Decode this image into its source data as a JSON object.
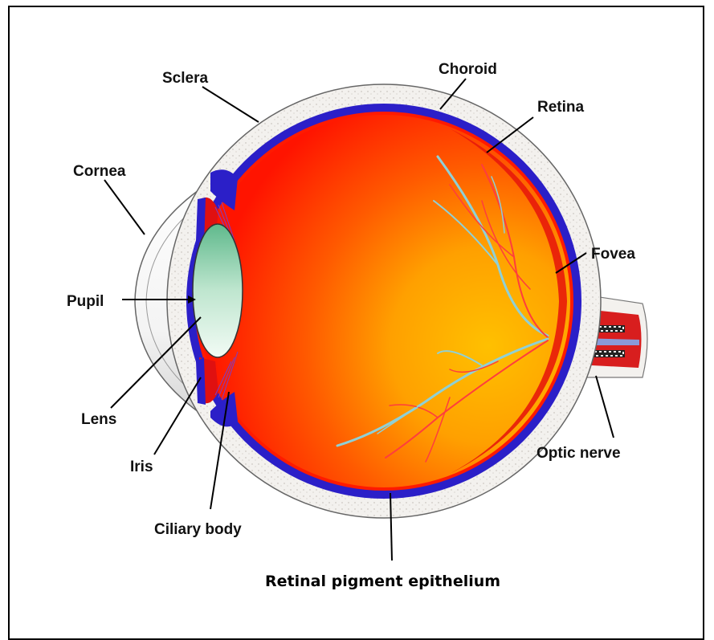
{
  "labels": {
    "sclera": "Sclera",
    "choroid": "Choroid",
    "retina": "Retina",
    "cornea": "Cornea",
    "fovea": "Fovea",
    "pupil": "Pupil",
    "lens": "Lens",
    "iris": "Iris",
    "ciliary_body": "Ciliary body",
    "optic_nerve": "Optic nerve",
    "rpe": "Retinal pigment epithelium"
  },
  "colors": {
    "sclera": "#f3f1ee",
    "choroid": "#2b1fc8",
    "retina_red": "#ff1a00",
    "interior_orange": "#ffb300",
    "lens": "#bfe6cf",
    "vessel_red": "#ff3d3d",
    "vessel_blue": "#8fd0d6"
  }
}
